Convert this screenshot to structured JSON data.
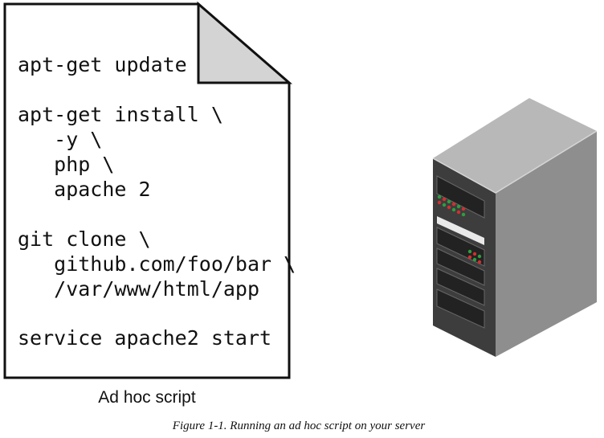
{
  "document": {
    "label": "Ad hoc script",
    "code_lines": [
      "apt-get update",
      "",
      "apt-get install \\",
      "   -y \\",
      "   php \\",
      "   apache 2",
      "",
      "git clone \\",
      "   github.com/foo/bar \\",
      "   /var/www/html/app",
      "",
      "service apache2 start"
    ]
  },
  "server": {
    "icon": "server-rack-icon",
    "colors": {
      "front": "#3d3d3d",
      "side": "#8e8e8e",
      "top": "#b8b8b8",
      "led_red": "#d32f2f",
      "led_green": "#2e9e3f"
    }
  },
  "caption": "Figure 1-1. Running an ad hoc script on your server"
}
